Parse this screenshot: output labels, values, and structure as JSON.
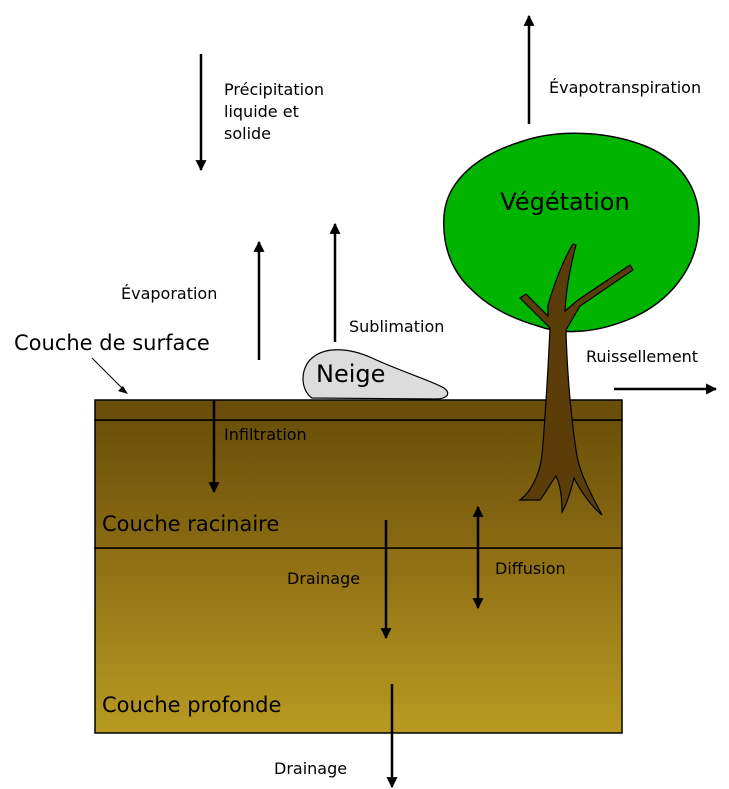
{
  "labels": {
    "precipitation": [
      "Précipitation",
      "liquide et",
      "solide"
    ],
    "evapotranspiration": "Évapotranspiration",
    "vegetation": "Végétation",
    "evaporation": "Évaporation",
    "sublimation": "Sublimation",
    "couche_surface": "Couche de surface",
    "neige": "Neige",
    "ruissellement": "Ruissellement",
    "infiltration": "Infiltration",
    "couche_racinaire": "Couche racinaire",
    "diffusion": "Diffusion",
    "drainage_1": "Drainage",
    "couche_profonde": "Couche profonde",
    "drainage_2": "Drainage"
  },
  "colors": {
    "surface_layer": "#6b4e0a",
    "root_zone_top": "#6a5009",
    "root_zone_bottom": "#8a6a12",
    "deep_layer_top": "#8d6c13",
    "deep_layer_bottom": "#b89a22",
    "foliage": "#00b400",
    "trunk": "#5a3d08",
    "snow": "#dcdcdc",
    "arrow": "#000000"
  }
}
